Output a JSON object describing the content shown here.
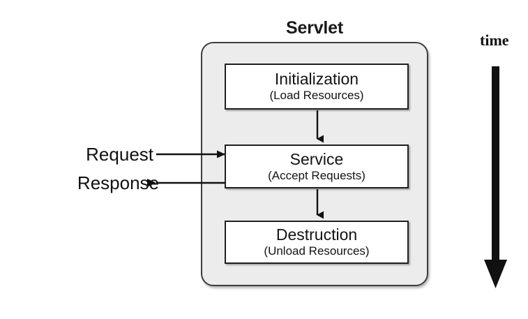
{
  "diagram": {
    "title": "Servlet",
    "container_label": "Servlet",
    "background_color": "#ffffff",
    "container_fill": "#ececed",
    "stroke_color": "#1f1f1f",
    "stages": [
      {
        "id": "initialization",
        "title": "Initialization",
        "subtitle": "(Load Resources)"
      },
      {
        "id": "service",
        "title": "Service",
        "subtitle": "(Accept Requests)"
      },
      {
        "id": "destruction",
        "title": "Destruction",
        "subtitle": "(Unload Resources)"
      }
    ],
    "io_labels": {
      "request": "Request",
      "response": "Response"
    },
    "time_axis": {
      "label": "time",
      "direction": "downward"
    },
    "flow": [
      {
        "from": "initialization",
        "to": "service",
        "kind": "vertical-arrow"
      },
      {
        "from": "service",
        "to": "destruction",
        "kind": "vertical-arrow"
      },
      {
        "from": "request",
        "to": "service",
        "kind": "inbound-arrow"
      },
      {
        "from": "service",
        "to": "response",
        "kind": "outbound-arrow"
      }
    ]
  }
}
